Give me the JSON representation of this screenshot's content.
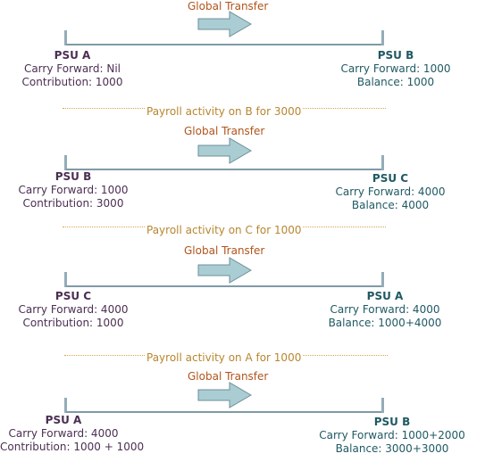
{
  "colors": {
    "transfer_label": "#b0541a",
    "separator_label": "#b8862f",
    "left_psu_text": "#4b2f52",
    "right_psu_text": "#1f5963",
    "arrow_fill": "#a9cdd3",
    "arrow_stroke": "#6f8f98",
    "line": "#7f9aa8"
  },
  "steps": [
    {
      "transfer_label": "Global Transfer",
      "left": {
        "name": "PSU A",
        "line1": "Carry Forward: Nil",
        "line2": "Contribution: 1000"
      },
      "right": {
        "name": "PSU B",
        "line1": "Carry Forward: 1000",
        "line2": "Balance: 1000"
      },
      "separator": "Payroll activity on B for 3000"
    },
    {
      "transfer_label": "Global Transfer",
      "left": {
        "name": "PSU B",
        "line1": "Carry Forward: 1000",
        "line2": "Contribution: 3000"
      },
      "right": {
        "name": "PSU C",
        "line1": "Carry Forward: 4000",
        "line2": "Balance: 4000"
      },
      "separator": "Payroll activity on C for 1000"
    },
    {
      "transfer_label": "Global Transfer",
      "left": {
        "name": "PSU C",
        "line1": "Carry Forward: 4000",
        "line2": "Contribution: 1000"
      },
      "right": {
        "name": "PSU A",
        "line1": "Carry Forward: 4000",
        "line2": "Balance: 1000+4000"
      },
      "separator": "Payroll activity on A for 1000"
    },
    {
      "transfer_label": "Global Transfer",
      "left": {
        "name": "PSU A",
        "line1": "Carry Forward: 4000",
        "line2": "Contribution: 1000 + 1000"
      },
      "right": {
        "name": "PSU B",
        "line1": "Carry Forward: 1000+2000",
        "line2": "Balance: 3000+3000"
      }
    }
  ]
}
